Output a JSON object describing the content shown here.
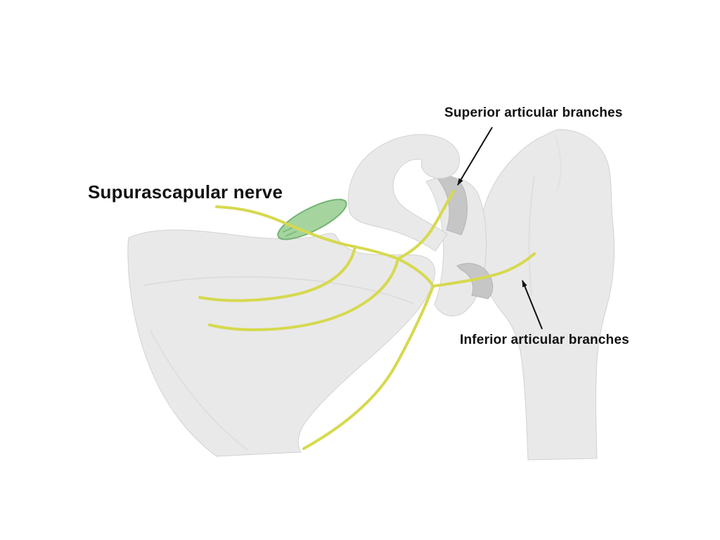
{
  "figure": {
    "labels": {
      "suprascapular_nerve": "Supurascapular nerve",
      "superior_branches": "Superior articular branches",
      "inferior_branches": "Inferior articular branches"
    },
    "colors": {
      "background": "#ffffff",
      "bone": "#e9e9e9",
      "bone_edge": "#d2d2d2",
      "bone_shadow": "#d6d6d6",
      "ligament": "#c6c6c6",
      "nerve": "#d6d94e",
      "highlight_green": "#a5d49f",
      "highlight_green_border": "#74b474",
      "label_text": "#111111",
      "arrow": "#111111"
    }
  }
}
